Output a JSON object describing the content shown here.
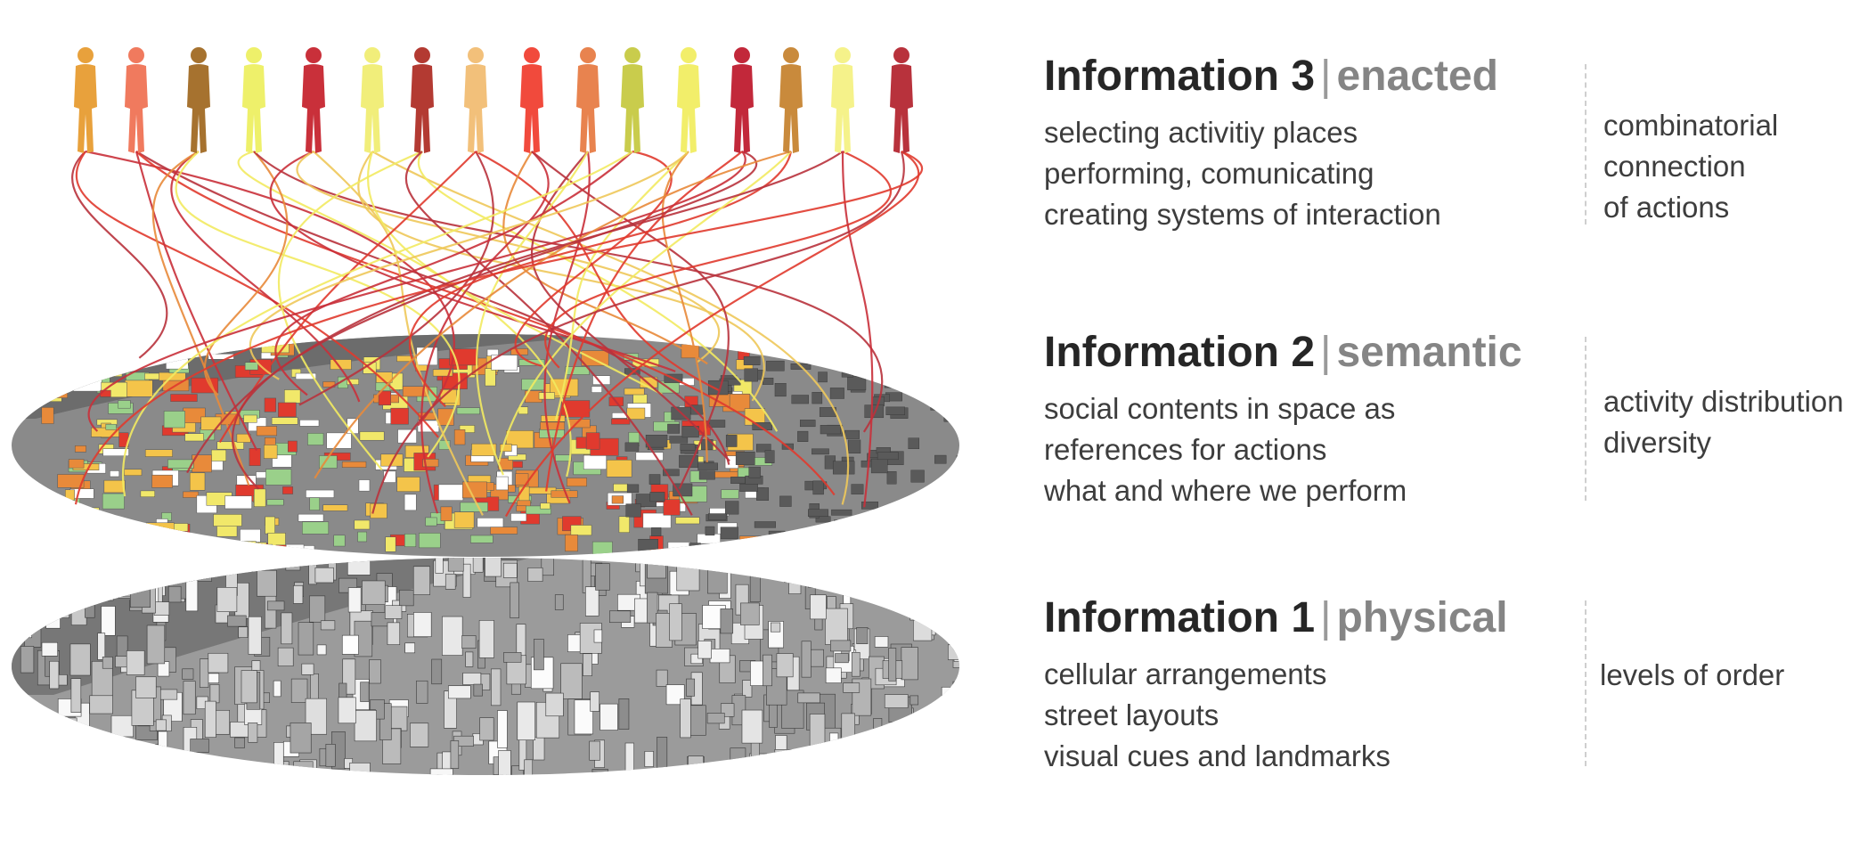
{
  "layers": [
    {
      "id": "information-3",
      "title": "Information 3",
      "separator": "|",
      "kind": "enacted",
      "lines": [
        "selecting activitiy places",
        "performing, comunicating",
        "creating systems of interaction"
      ],
      "note": [
        "combinatorial",
        "connection",
        "of actions"
      ]
    },
    {
      "id": "information-2",
      "title": "Information 2",
      "separator": "|",
      "kind": "semantic",
      "lines": [
        "social contents in space as",
        "references for actions",
        "what and where we perform"
      ],
      "note": [
        "activity distribution",
        "diversity"
      ]
    },
    {
      "id": "information-1",
      "title": "Information 1",
      "separator": "|",
      "kind": "physical",
      "lines": [
        "cellular arrangements",
        "street  layouts",
        "visual cues and landmarks"
      ],
      "note": [
        "levels of order"
      ]
    }
  ],
  "colors": {
    "people": [
      "#e8a13c",
      "#f07a5e",
      "#a6722f",
      "#eef06a",
      "#c9303a",
      "#f1ee7a",
      "#b33a32",
      "#f2c07a",
      "#f14a3c",
      "#e8834f",
      "#c9cc4c",
      "#f2ee6a",
      "#c2283a",
      "#c98a3c",
      "#f5f28a",
      "#b8323c"
    ],
    "lines": [
      "#e03a2e",
      "#eec85a",
      "#c9303a",
      "#f2ea60",
      "#e88a3a",
      "#b8323c"
    ],
    "map_blocks": [
      "#f1e86a",
      "#f4c44a",
      "#e88a3a",
      "#e03a2e",
      "#9ad08a",
      "#ffffff"
    ],
    "city": "#8c8c8c",
    "water": "#6e6e6e"
  },
  "icons": [
    "person-silhouette-icon"
  ]
}
